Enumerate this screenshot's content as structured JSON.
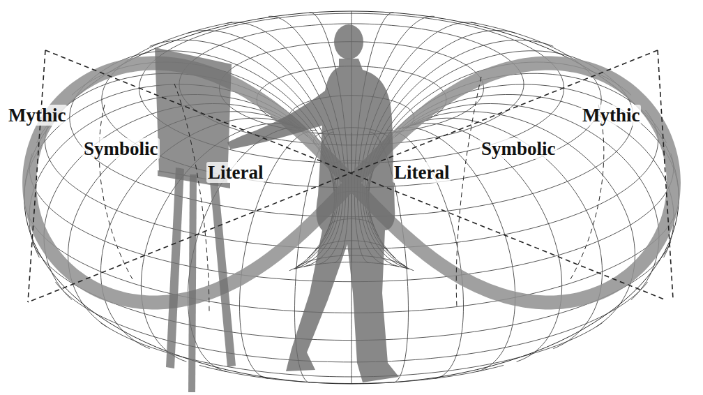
{
  "diagram": {
    "labels": [
      "Mythic",
      "Symbolic",
      "Literal",
      "Literal",
      "Symbolic",
      "Mythic"
    ]
  }
}
